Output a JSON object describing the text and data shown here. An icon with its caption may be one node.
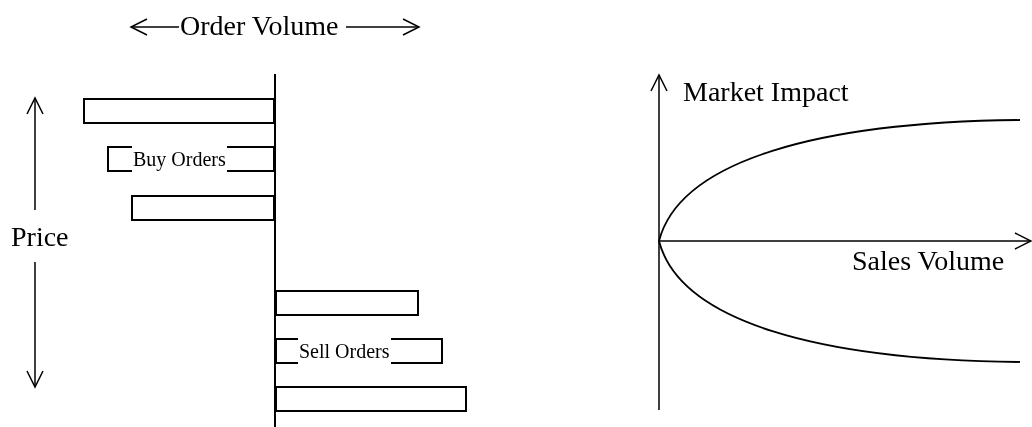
{
  "diagram": {
    "nodes": [
      {
        "text": [],
        "shape": "bar"
      },
      {
        "text": [
          "Buy Orders"
        ]
      },
      {
        "text": [],
        "shape": "bar"
      },
      {
        "text": [],
        "shape": "bar"
      },
      {
        "text": [
          "Sell Orders"
        ]
      },
      {
        "text": [],
        "shape": "bar"
      }
    ],
    "labels": [
      "Order Volume",
      "Market Impact",
      "Price",
      "Sales Volume"
    ]
  }
}
